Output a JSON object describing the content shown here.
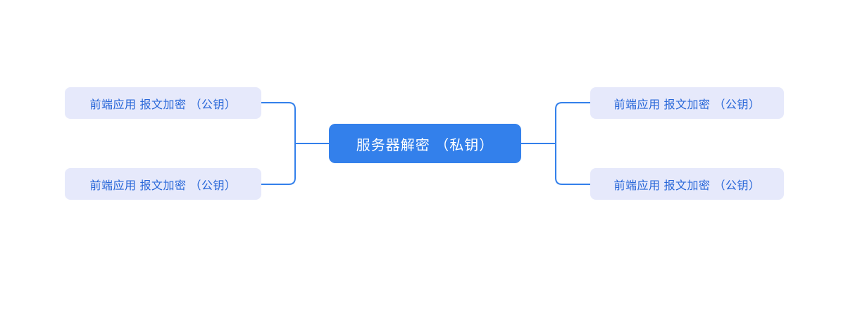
{
  "colors": {
    "canvas_bg": "#ffffff",
    "root_fill": "#3380EB",
    "root_text": "#ffffff",
    "branch_fill": "#E6E9FB",
    "branch_text": "#2766D8",
    "line": "#3380EB"
  },
  "mindmap": {
    "root": {
      "label": "服务器解密 （私钥）"
    },
    "left_nodes": [
      {
        "label": "前端应用 报文加密 （公钥）"
      },
      {
        "label": "前端应用 报文加密 （公钥）"
      }
    ],
    "right_nodes": [
      {
        "label": "前端应用 报文加密 （公钥）"
      },
      {
        "label": "前端应用 报文加密 （公钥）"
      }
    ]
  }
}
